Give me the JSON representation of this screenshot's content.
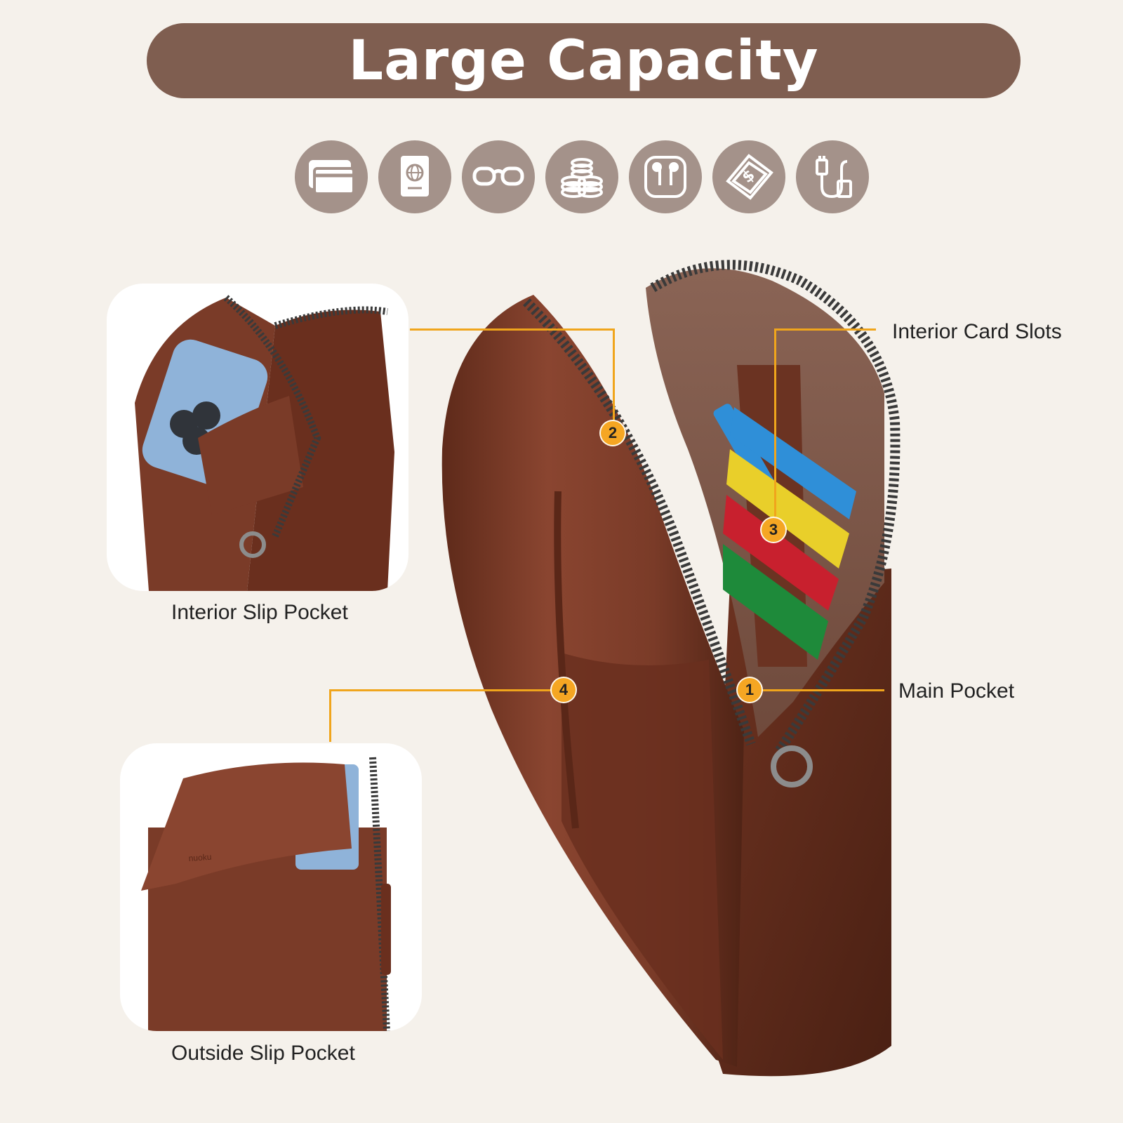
{
  "header": {
    "title": "Large Capacity"
  },
  "icons": [
    {
      "name": "cards-icon"
    },
    {
      "name": "passport-icon"
    },
    {
      "name": "glasses-icon"
    },
    {
      "name": "coins-icon"
    },
    {
      "name": "earbuds-icon"
    },
    {
      "name": "cash-icon"
    },
    {
      "name": "cable-icon"
    }
  ],
  "insets": {
    "interior_slip_pocket": "Interior Slip Pocket",
    "outside_slip_pocket": "Outside Slip Pocket",
    "brand_stamp": "nuoku"
  },
  "callouts": [
    {
      "number": "1",
      "label": "Main Pocket"
    },
    {
      "number": "2",
      "label": ""
    },
    {
      "number": "3",
      "label": "Interior Card Slots"
    },
    {
      "number": "4",
      "label": ""
    }
  ],
  "colors": {
    "background": "#f5f1eb",
    "title_pill": "#7f5e50",
    "icon_circle": "#a4928a",
    "leather": "#7a3b28",
    "callout_accent": "#f5a623"
  }
}
